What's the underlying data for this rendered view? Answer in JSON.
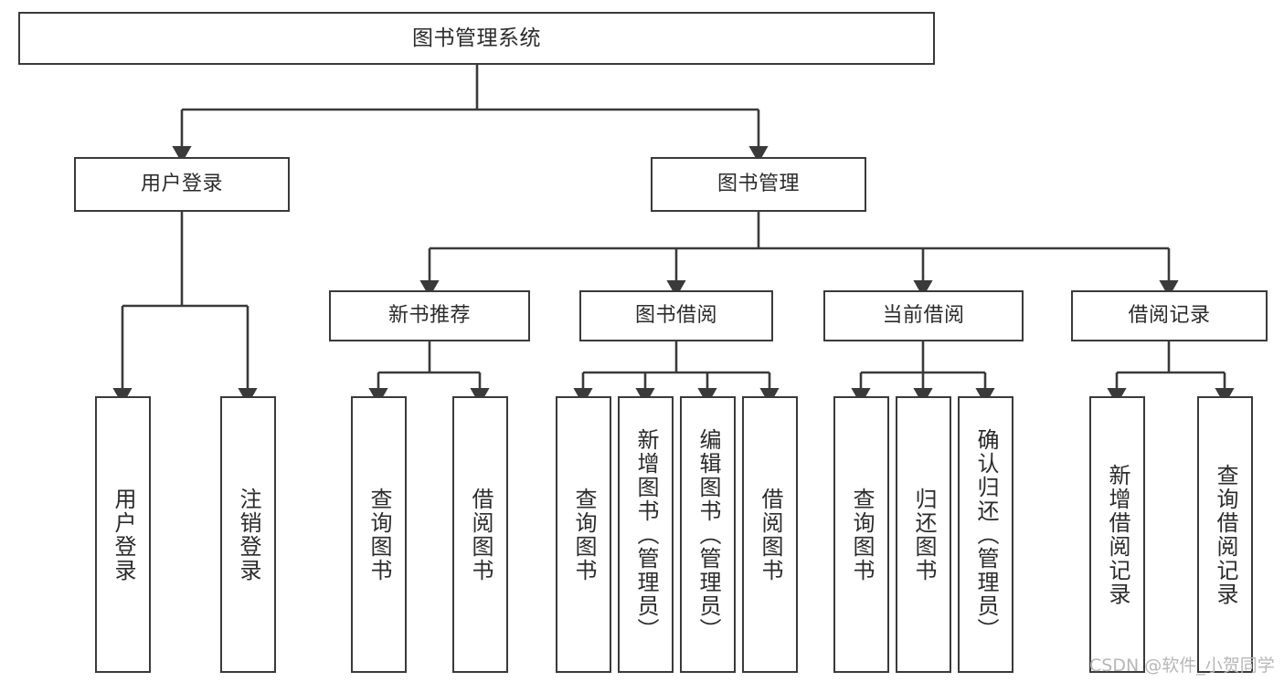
{
  "diagram": {
    "title": "图书管理系统",
    "watermark": "CSDN @软件_小贺同学",
    "colors": {
      "box_border": "#3a3a3a",
      "line": "#3a3a3a",
      "text": "#2b2b2b",
      "background": "#ffffff",
      "watermark": "#b7b7b7"
    },
    "root": {
      "label": "图书管理系统"
    },
    "level1": [
      {
        "label": "用户登录"
      },
      {
        "label": "图书管理"
      }
    ],
    "level2": [
      {
        "label": "新书推荐"
      },
      {
        "label": "图书借阅"
      },
      {
        "label": "当前借阅"
      },
      {
        "label": "借阅记录"
      }
    ],
    "leaves": {
      "user_login": [
        {
          "label": "用户登录"
        },
        {
          "label": "注销登录"
        }
      ],
      "new_book_recommend": [
        {
          "label": "查询图书"
        },
        {
          "label": "借阅图书"
        }
      ],
      "book_borrow": [
        {
          "label": "查询图书"
        },
        {
          "label": "新增图书（管理员）"
        },
        {
          "label": "编辑图书（管理员）"
        },
        {
          "label": "借阅图书"
        }
      ],
      "current_borrow": [
        {
          "label": "查询图书"
        },
        {
          "label": "归还图书"
        },
        {
          "label": "确认归还（管理员）"
        }
      ],
      "borrow_record": [
        {
          "label": "新增借阅记录"
        },
        {
          "label": "查询借阅记录"
        }
      ]
    }
  }
}
